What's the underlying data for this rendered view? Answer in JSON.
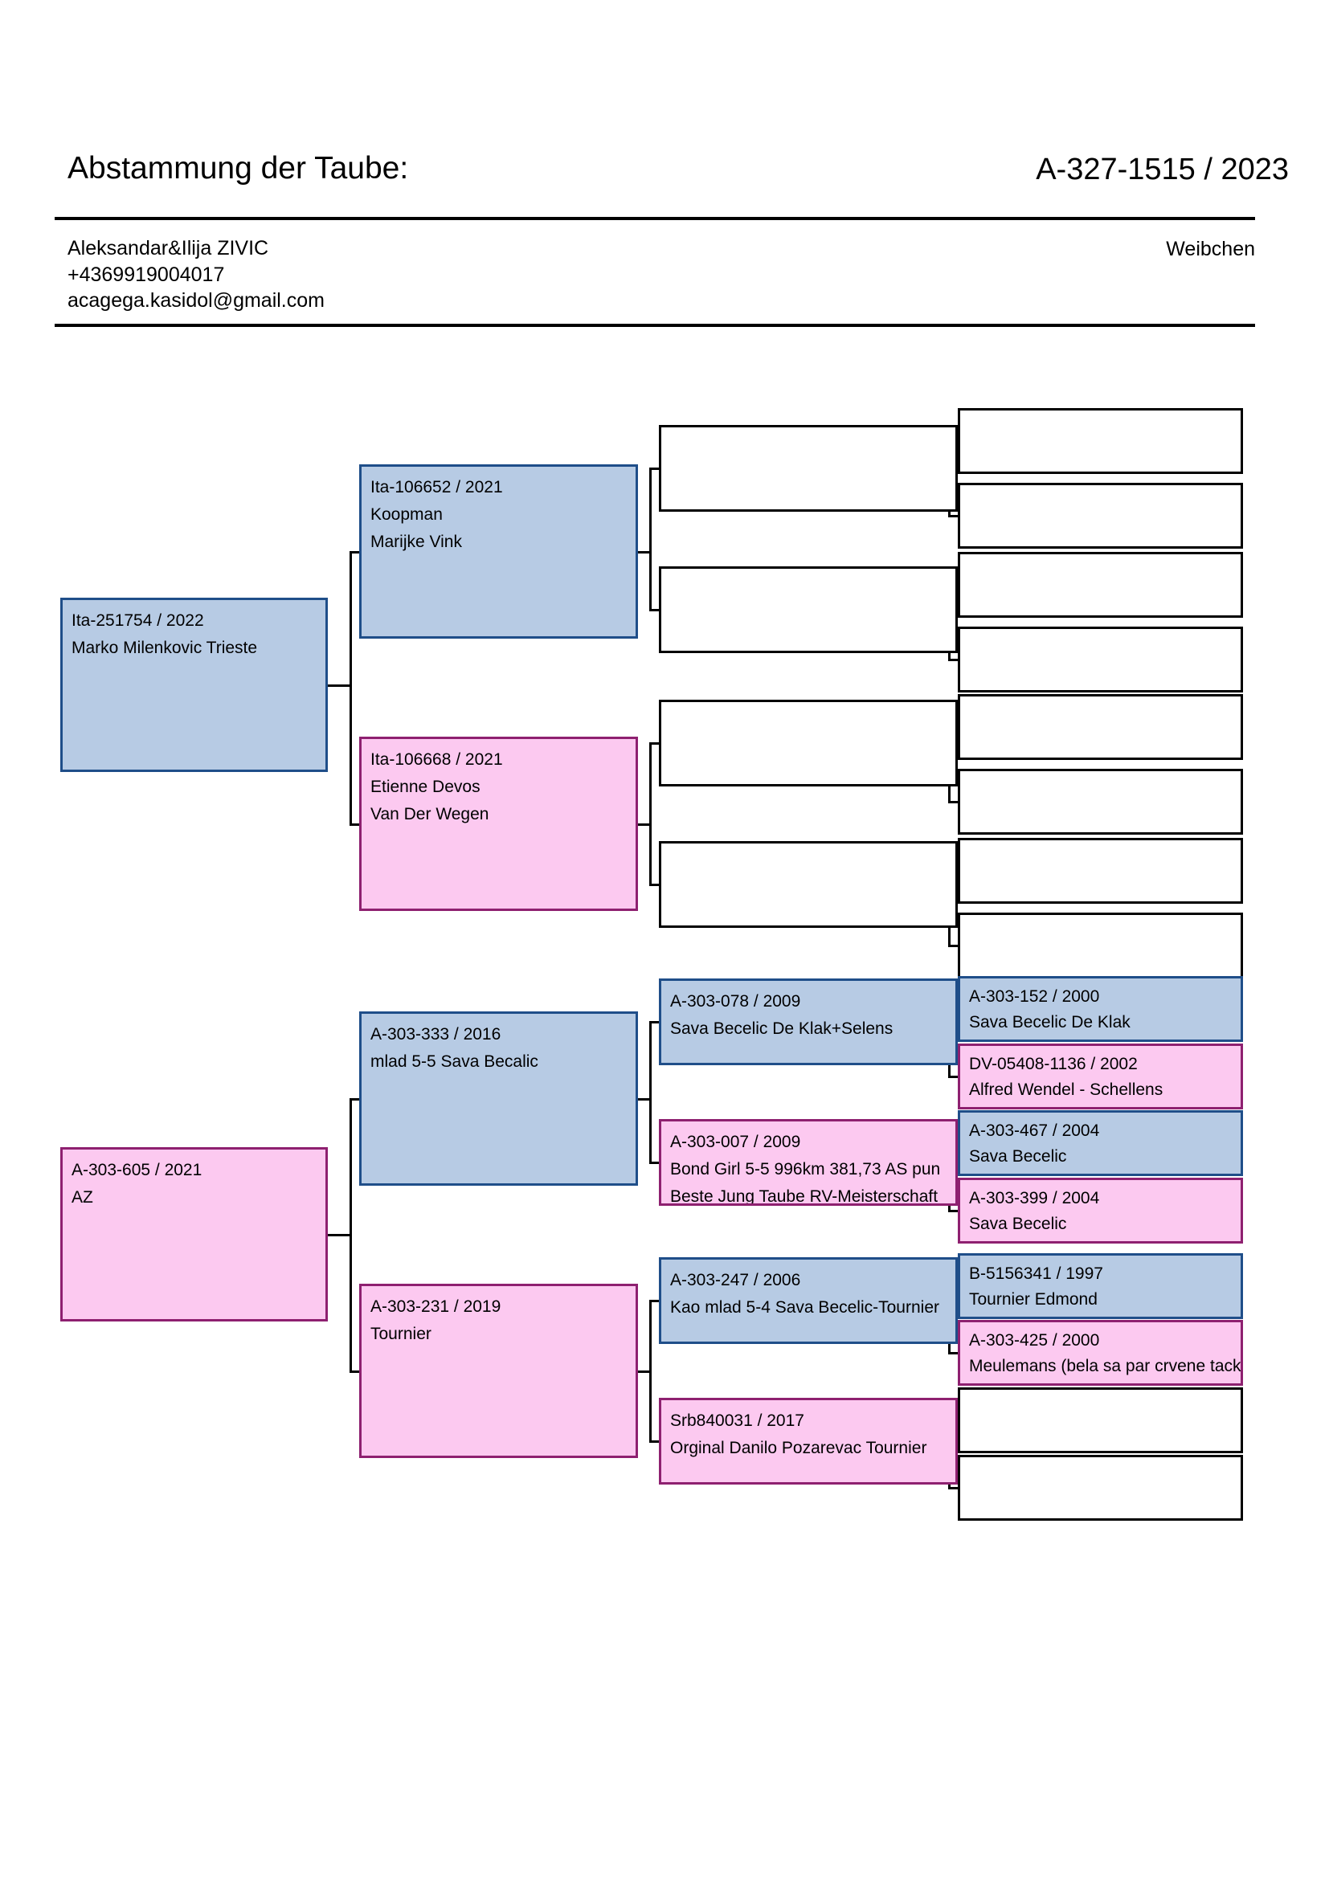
{
  "header": {
    "title": "Abstammung der Taube:",
    "ring": "A-327-1515 / 2023",
    "owner_name": "Aleksandar&Ilija ZIVIC",
    "owner_phone": "+4369919004017",
    "owner_email": "acagega.kasidol@gmail.com",
    "sex": "Weibchen"
  },
  "colors": {
    "male_fill": "#b7cbe4",
    "male_border": "#1f4e89",
    "female_fill": "#fcc9f0",
    "female_border": "#8e2070",
    "empty_border": "#000000",
    "page_bg": "#ffffff"
  },
  "pedigree": {
    "gen1": [
      {
        "id": "sire",
        "sex": "male",
        "ring": "Ita-251754 / 2022",
        "l2": "Marko Milenkovic Trieste",
        "l3": ""
      },
      {
        "id": "dam",
        "sex": "female",
        "ring": "A-303-605 / 2021",
        "l2": "AZ",
        "l3": ""
      }
    ],
    "gen2": [
      {
        "id": "ssire",
        "sex": "male",
        "ring": "Ita-106652 / 2021",
        "l2": "Koopman",
        "l3": "Marijke Vink"
      },
      {
        "id": "sdam",
        "sex": "female",
        "ring": "Ita-106668 / 2021",
        "l2": "Etienne Devos",
        "l3": "Van Der Wegen"
      },
      {
        "id": "dsire",
        "sex": "male",
        "ring": "A-303-333 / 2016",
        "l2": "mlad 5-5 Sava Becalic",
        "l3": ""
      },
      {
        "id": "ddam",
        "sex": "female",
        "ring": "A-303-231 / 2019",
        "l2": "Tournier",
        "l3": ""
      }
    ],
    "gen3": [
      {
        "id": "g3-1",
        "sex": "empty",
        "ring": "",
        "l2": "",
        "l3": ""
      },
      {
        "id": "g3-2",
        "sex": "empty",
        "ring": "",
        "l2": "",
        "l3": ""
      },
      {
        "id": "g3-3",
        "sex": "empty",
        "ring": "",
        "l2": "",
        "l3": ""
      },
      {
        "id": "g3-4",
        "sex": "empty",
        "ring": "",
        "l2": "",
        "l3": ""
      },
      {
        "id": "g3-5",
        "sex": "male",
        "ring": "A-303-078 / 2009",
        "l2": "Sava Becelic De Klak+Selens",
        "l3": ""
      },
      {
        "id": "g3-6",
        "sex": "female",
        "ring": "A-303-007 / 2009",
        "l2": "Bond Girl 5-5 996km 381,73 AS pun",
        "l3": "Beste Jung Taube RV-Meisterschaft"
      },
      {
        "id": "g3-7",
        "sex": "male",
        "ring": "A-303-247 / 2006",
        "l2": "Kao mlad 5-4 Sava Becelic-Tournier",
        "l3": ""
      },
      {
        "id": "g3-8",
        "sex": "female",
        "ring": "Srb840031 / 2017",
        "l2": "Orginal Danilo Pozarevac Tournier",
        "l3": ""
      }
    ],
    "gen4": [
      {
        "id": "g4-1",
        "sex": "empty",
        "ring": "",
        "l2": ""
      },
      {
        "id": "g4-2",
        "sex": "empty",
        "ring": "",
        "l2": ""
      },
      {
        "id": "g4-3",
        "sex": "empty",
        "ring": "",
        "l2": ""
      },
      {
        "id": "g4-4",
        "sex": "empty",
        "ring": "",
        "l2": ""
      },
      {
        "id": "g4-5",
        "sex": "empty",
        "ring": "",
        "l2": ""
      },
      {
        "id": "g4-6",
        "sex": "empty",
        "ring": "",
        "l2": ""
      },
      {
        "id": "g4-7",
        "sex": "empty",
        "ring": "",
        "l2": ""
      },
      {
        "id": "g4-8",
        "sex": "empty",
        "ring": "",
        "l2": ""
      },
      {
        "id": "g4-9",
        "sex": "male",
        "ring": "A-303-152 / 2000",
        "l2": "Sava Becelic De Klak"
      },
      {
        "id": "g4-10",
        "sex": "female",
        "ring": "DV-05408-1136 / 2002",
        "l2": "Alfred Wendel - Schellens"
      },
      {
        "id": "g4-11",
        "sex": "male",
        "ring": "A-303-467 / 2004",
        "l2": "Sava Becelic"
      },
      {
        "id": "g4-12",
        "sex": "female",
        "ring": "A-303-399 / 2004",
        "l2": "Sava Becelic"
      },
      {
        "id": "g4-13",
        "sex": "male",
        "ring": "B-5156341 / 1997",
        "l2": "Tournier Edmond"
      },
      {
        "id": "g4-14",
        "sex": "female",
        "ring": "A-303-425 / 2000",
        "l2": "Meulemans (bela sa par crvene tack"
      },
      {
        "id": "g4-15",
        "sex": "empty",
        "ring": "",
        "l2": ""
      },
      {
        "id": "g4-16",
        "sex": "empty",
        "ring": "",
        "l2": ""
      }
    ]
  }
}
